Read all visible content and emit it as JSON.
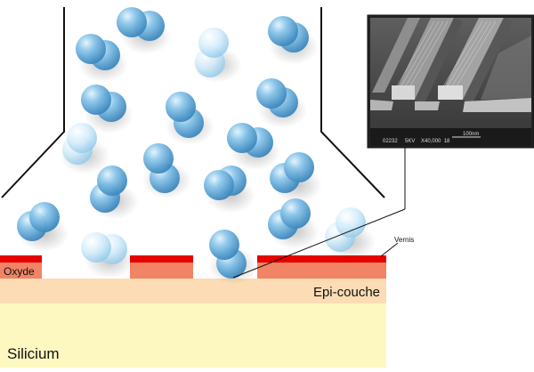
{
  "labels": {
    "oxide": "Oxyde",
    "epi_layer": "Epi-couche",
    "substrate": "Silicium",
    "varnish": "Vernis"
  },
  "sem_inset": {
    "scale_text": "100nm",
    "footer_text": "02232     5KV    X40,000  18"
  },
  "colors": {
    "resist_red": "#e60000",
    "oxide_salmon": "#f08465",
    "epi_peach": "#fcdcb4",
    "substrate_yellow": "#fdf8c0",
    "sphere_blue": "#6fb2df",
    "sphere_blue_light": "#c7e6f7",
    "chamber_line": "#111111"
  }
}
